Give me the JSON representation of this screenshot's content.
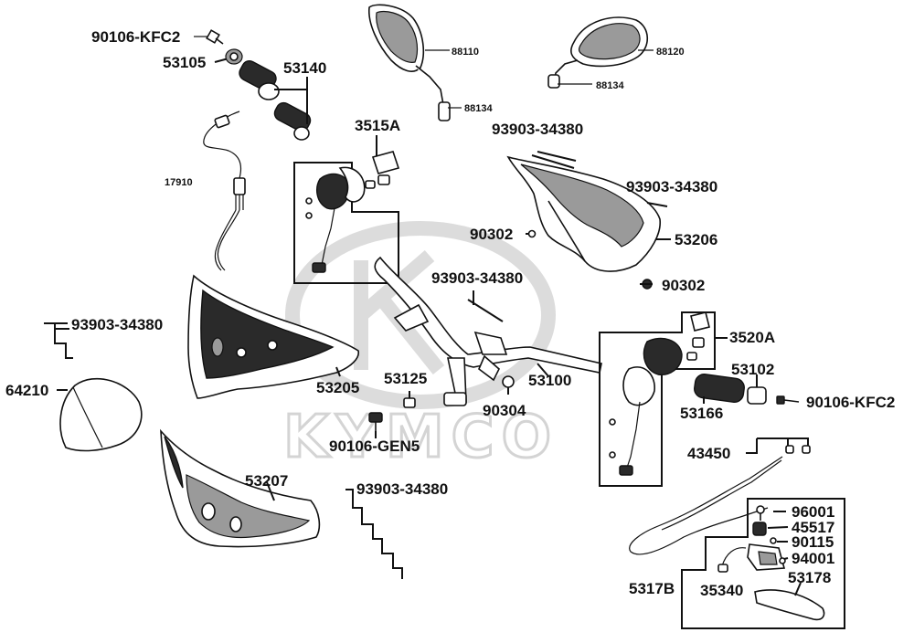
{
  "watermark": "KYMCO",
  "labels": {
    "p90106_kfc2_top": "90106-KFC2",
    "p53105": "53105",
    "p53140": "53140",
    "p88110": "88110",
    "p88134_left": "88134",
    "p88120": "88120",
    "p88134_right": "88134",
    "p3515a": "3515A",
    "p93903_top": "93903-34380",
    "p93903_right": "93903-34380",
    "p17910": "17910",
    "p90302_a": "90302",
    "p53206": "53206",
    "p90302_b": "90302",
    "p93903_mid": "93903-34380",
    "p93903_left": "93903-34380",
    "p3520a": "3520A",
    "p53102": "53102",
    "p64210": "64210",
    "p53125": "53125",
    "p53100": "53100",
    "p53205": "53205",
    "p90304": "90304",
    "p53166": "53166",
    "p90106_kfc2_right": "90106-KFC2",
    "p90106_gen5": "90106-GEN5",
    "p43450": "43450",
    "p53207": "53207",
    "p93903_bottom": "93903-34380",
    "p96001": "96001",
    "p45517": "45517",
    "p90115": "90115",
    "p94001": "94001",
    "p5317b": "5317B",
    "p35340": "35340",
    "p53178": "53178"
  }
}
